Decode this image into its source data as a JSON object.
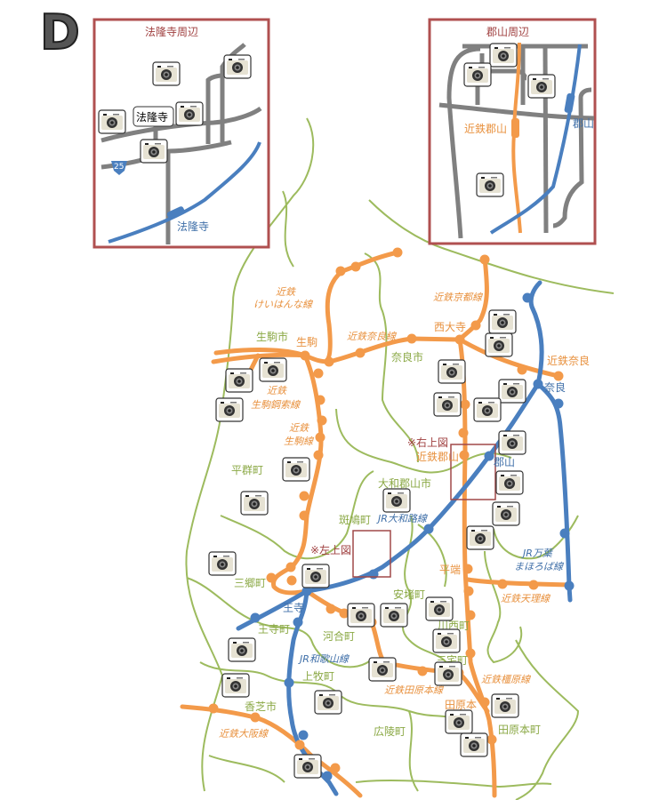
{
  "panel_letter": "D",
  "colors": {
    "kintetsu": "#f39a4a",
    "jr": "#4a7fbf",
    "boundary": "#9dbb5e",
    "road": "#808080",
    "frame": "#b05050"
  },
  "inset_left": {
    "title": "法隆寺周辺",
    "temple_label": "法隆寺",
    "route_number": "25",
    "station": "法隆寺"
  },
  "inset_right": {
    "title": "郡山周辺",
    "kintetsu_station": "近鉄郡山",
    "jr_station": "郡山"
  },
  "lines": {
    "keihanna": [
      "近鉄",
      "けいはんな線"
    ],
    "nara": "近鉄奈良線",
    "kyoto": "近鉄京都線",
    "ikoma_cable": [
      "近鉄",
      "生駒鋼索線"
    ],
    "ikoma": [
      "近鉄",
      "生駒線"
    ],
    "yamatoji": "JR大和路線",
    "manyo": [
      "JR万葉",
      "まほろば線"
    ],
    "tenri": "近鉄天理線",
    "wakayama": "JR和歌山線",
    "tawaramoto": "近鉄田原本線",
    "kashihara": "近鉄橿原線",
    "osaka": "近鉄大阪線"
  },
  "stations": {
    "ikoma": "生駒",
    "saidaiji": "西大寺",
    "kintetsu_nara": "近鉄奈良",
    "nara": "奈良",
    "kintetsu_koriyama": "近鉄郡山",
    "koriyama": "郡山",
    "hirahata": "平端",
    "oji": "王寺",
    "tawaramoto": "田原本"
  },
  "municipalities": [
    "生駒市",
    "奈良市",
    "平群町",
    "大和郡山市",
    "斑鳩町",
    "三郷町",
    "安堵町",
    "王寺町",
    "河合町",
    "川西町",
    "三宅町",
    "上牧町",
    "香芝市",
    "広陵町",
    "田原本町"
  ],
  "notes": {
    "right_inset_ref": "※右上図",
    "left_inset_ref": "※左上図"
  },
  "icon": "camera-icon"
}
